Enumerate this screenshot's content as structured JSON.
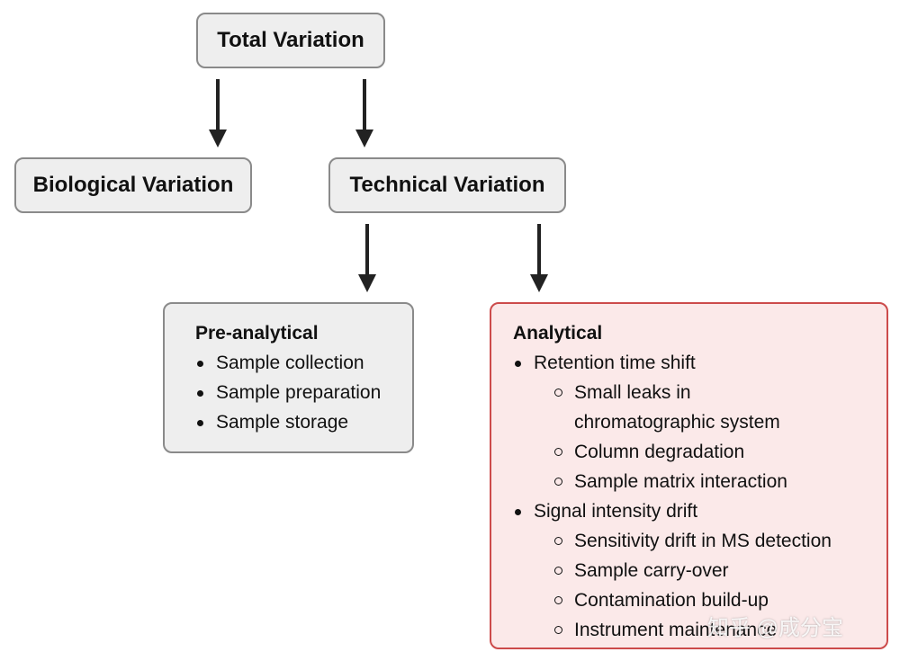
{
  "nodes": {
    "total": "Total Variation",
    "biological": "Biological Variation",
    "technical": "Technical Variation"
  },
  "pre_analytical": {
    "title": "Pre-analytical",
    "items": [
      "Sample collection",
      "Sample preparation",
      "Sample storage"
    ]
  },
  "analytical": {
    "title": "Analytical",
    "groups": [
      {
        "label": "Retention time shift",
        "items": [
          "Small leaks in chromatographic system",
          "Column degradation",
          "Sample matrix interaction"
        ]
      },
      {
        "label": "Signal intensity drift",
        "items": [
          "Sensitivity drift in MS detection",
          "Sample carry-over",
          "Contamination build-up",
          "Instrument maintenance"
        ]
      }
    ]
  },
  "watermark": "知乎 @成分宝",
  "colors": {
    "node_fill": "#eeeeee",
    "node_border": "#8a8a8a",
    "highlight_fill": "#fbe9e9",
    "highlight_border": "#cc4b4b",
    "arrow": "#222222"
  }
}
